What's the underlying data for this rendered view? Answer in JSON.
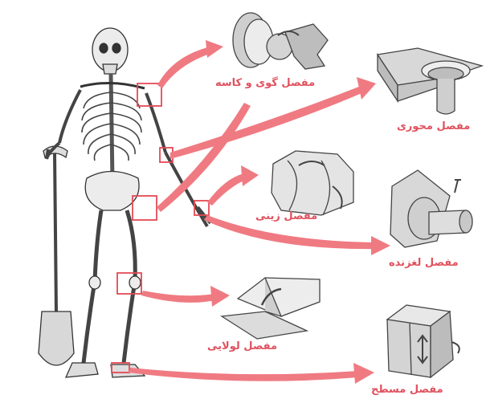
{
  "colors": {
    "arrow": "#f07a82",
    "label": "#e0525f",
    "box": "#e34a55",
    "bone": "#e9e9e9",
    "outline": "#333333"
  },
  "labels": {
    "ball_socket": "مفصل گوی و کاسه",
    "pivot": "مفصل محوری",
    "saddle": "مفصل زینی",
    "gliding": "مفصل لغزنده",
    "hinge": "مفصل لولایی",
    "plane": "مفصل مسطح"
  }
}
